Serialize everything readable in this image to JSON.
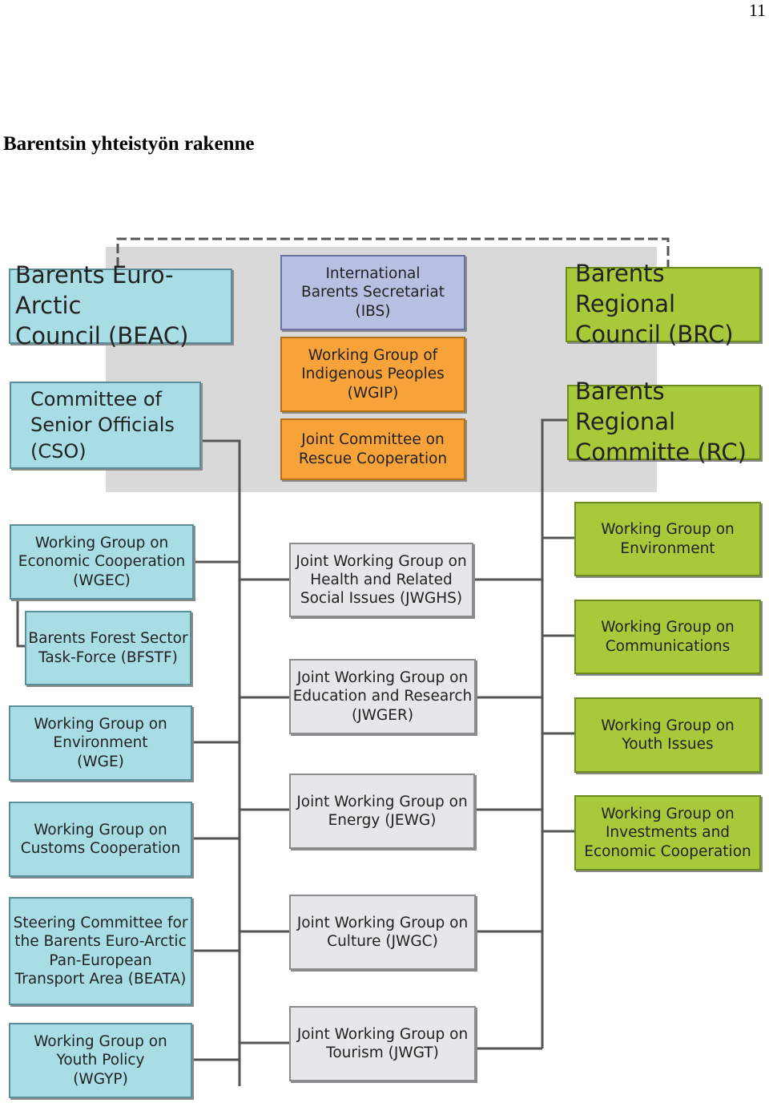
{
  "page_number": "11",
  "title": "Barentsin yhteistyön rakenne",
  "boxes": {
    "beac": "Barents Euro-Arctic\nCouncil (BEAC)",
    "cso": "Committee of\nSenior  Officials\n(CSO)",
    "ibs": "International\nBarents Secretariat\n(IBS)",
    "wgip": "Working Group of\nIndigenous Peoples\n(WGIP)",
    "jcrc": "Joint Committee on\nRescue Cooperation",
    "brc": "Barents Regional\nCouncil (BRC)",
    "rc": "Barents Regional\nCommitte (RC)",
    "wgec": "Working Group on\nEconomic Cooperation\n(WGEC)",
    "bfstf": "Barents Forest Sector\nTask-Force (BFSTF)",
    "wge": "Working Group on\nEnvironment\n(WGE)",
    "wgcc": "Working Group on\nCustoms Cooperation",
    "beata": "Steering Committee for\nthe Barents Euro-Arctic\nPan-European\nTransport Area (BEATA)",
    "wgyp": "Working Group on\nYouth Policy\n(WGYP)",
    "jwghs": "Joint Working Group on\nHealth and Related\nSocial Issues (JWGHS)",
    "jwger": "Joint Working Group on\nEducation and Research\n(JWGER)",
    "jwgenergy": "Joint Working Group on\nEnergy (JEWG)",
    "jwgc": "Joint Working Group on\nCulture  (JWGC)",
    "jwgt": "Joint Working Group on\nTourism  (JWGT)",
    "rc_env": "Working Group on\nEnvironment",
    "rc_comm": "Working Group on\nCommunications",
    "rc_youth": "Working Group on\nYouth Issues",
    "rc_invest": "Working Group on\nInvestments and\nEconomic Cooperation"
  },
  "colors": {
    "beac_side": "#a8dde6",
    "regional_side": "#a8c93a",
    "joint_groups": "#e6e7e9",
    "ibs": "#b8bfe3",
    "orange_groups": "#f7a339"
  }
}
